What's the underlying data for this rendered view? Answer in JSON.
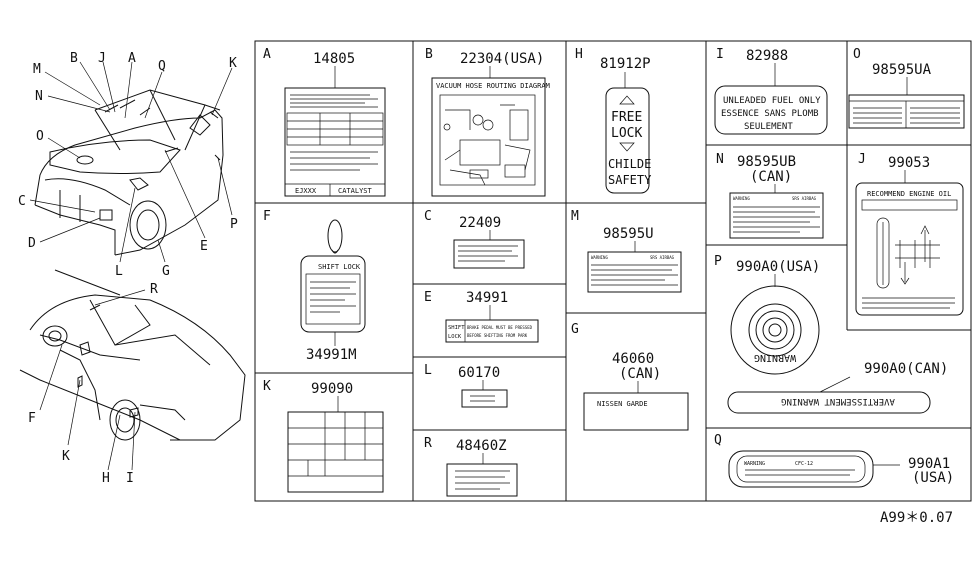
{
  "figure_code": "A99＊0.07",
  "callouts": {
    "top": [
      "M",
      "B",
      "J",
      "A",
      "Q",
      "K",
      "N",
      "O",
      "C",
      "D",
      "L",
      "G",
      "E",
      "P"
    ],
    "bottom": [
      "R",
      "F",
      "K",
      "H",
      "I"
    ]
  },
  "cells": {
    "A": {
      "letter": "A",
      "part": "14805",
      "footer_left": "EJXXX",
      "footer_right": "CATALYST"
    },
    "B": {
      "letter": "B",
      "part": "22304(USA)",
      "title": "VACUUM HOSE ROUTING DIAGRAM"
    },
    "H": {
      "letter": "H",
      "part": "81912P",
      "line1": "FREE",
      "line2": "LOCK",
      "line3": "CHILDE",
      "line4": "SAFETY"
    },
    "I": {
      "letter": "I",
      "part": "82988",
      "line1": "UNLEADED FUEL ONLY",
      "line2": "ESSENCE SANS PLOMB",
      "line3": "SEULEMENT"
    },
    "O": {
      "letter": "O",
      "part": "98595UA"
    },
    "N": {
      "letter": "N",
      "part": "98595UB",
      "part2": "(CAN)",
      "small_left": "WARNING",
      "small_right": "SRS AIRBAG"
    },
    "J": {
      "letter": "J",
      "part": "99053",
      "title": "RECOMMEND ENGINE OIL"
    },
    "F": {
      "letter": "F",
      "part": "34991M",
      "tag": "SHIFT LOCK"
    },
    "C": {
      "letter": "C",
      "part": "22409"
    },
    "M": {
      "letter": "M",
      "part": "98595U",
      "small_left": "WARNING",
      "small_right": "SRS AIRBAG"
    },
    "E": {
      "letter": "E",
      "part": "34991",
      "box_left1": "SHIFT",
      "box_left2": "LOCK",
      "box_right1": "BRAKE PEDAL MUST BE PRESSED",
      "box_right2": "BEFORE SHIFTING FROM PARK"
    },
    "L": {
      "letter": "L",
      "part": "60170"
    },
    "G": {
      "letter": "G",
      "part": "46060",
      "part2": "(CAN)",
      "box": "NISSEN GARDE"
    },
    "P": {
      "letter": "P",
      "part": "990A0(USA)",
      "part_can": "990A0(CAN)",
      "strip": "AVERTISSEMENT  WARNING"
    },
    "K": {
      "letter": "K",
      "part": "99090"
    },
    "R": {
      "letter": "R",
      "part": "48460Z"
    },
    "Q": {
      "letter": "Q",
      "part": "990A1",
      "part2": "(USA)",
      "small_left": "WARNING",
      "small_mid": "CFC-12"
    }
  }
}
